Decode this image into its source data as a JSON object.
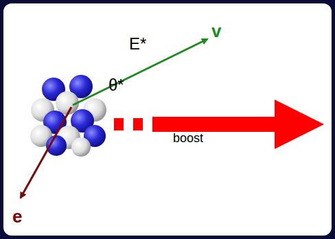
{
  "diagram": {
    "labels": [
      "E*",
      "v",
      "θ*",
      "boost",
      "e"
    ]
  }
}
